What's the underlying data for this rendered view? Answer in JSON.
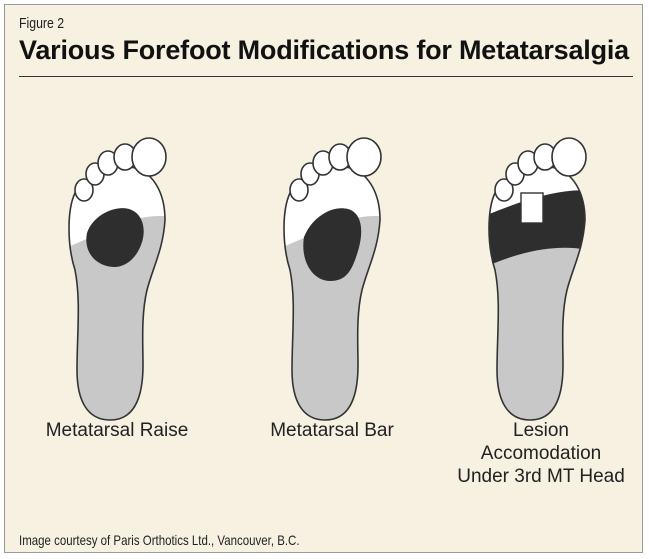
{
  "figure_label": "Figure 2",
  "title": "Various Forefoot Modifications for Metatarsalgia",
  "items": [
    {
      "caption_lines": [
        "Metatarsal Raise"
      ]
    },
    {
      "caption_lines": [
        "Metatarsal Bar"
      ]
    },
    {
      "caption_lines": [
        "Lesion",
        "Accomodation",
        "Under 3rd MT Head"
      ]
    }
  ],
  "credit": "Image courtesy of Paris Orthotics Ltd., Vancouver, B.C.",
  "colors": {
    "panel_background": "#f6f1e1",
    "insole_gray": "#c8c8c8",
    "pad_dark": "#2e2e2e",
    "outline": "#333333"
  }
}
